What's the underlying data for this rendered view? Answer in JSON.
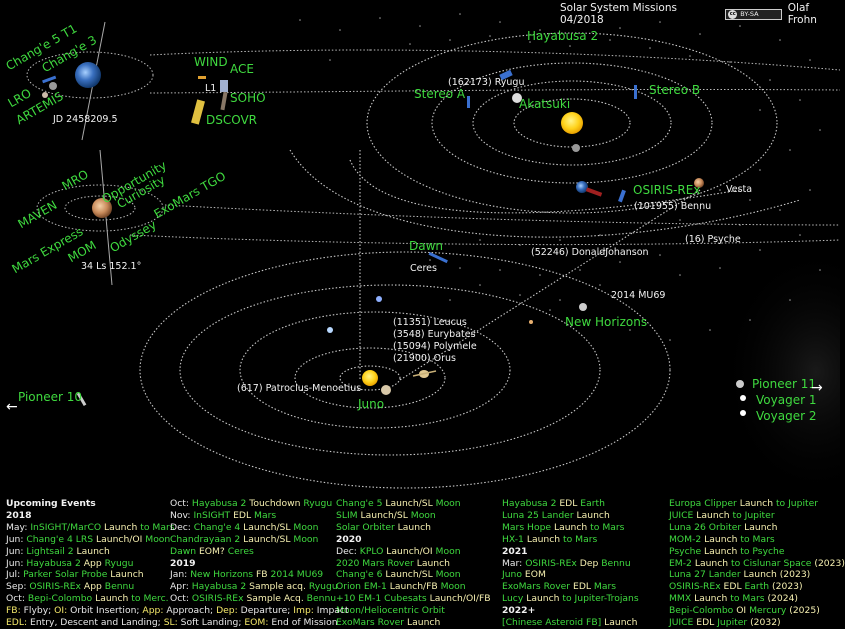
{
  "header": {
    "title": "Solar System Missions 04/2018",
    "license": "BY-SA",
    "license_icon": "cc-icon",
    "author": "Olaf Frohn"
  },
  "colors": {
    "background": "#000000",
    "mission_label": "#3fd93f",
    "body_label": "#f2f2f2",
    "event_label": "#f5efb0",
    "legend_key": "#f5e96a",
    "sun": "#ffd21a"
  },
  "earth_panel": {
    "date": "JD 2458209.5",
    "lagrange": "L1",
    "missions": [
      "Chang'e 5 T1",
      "Chang'e 3",
      "LRO",
      "ARTEMIS",
      "WIND",
      "ACE",
      "SOHO",
      "DSCOVR"
    ]
  },
  "mars_panel": {
    "date": "34 Ls 152.1°",
    "missions": [
      "MRO",
      "Opportunity",
      "Curiosity",
      "ExoMars TGO",
      "MAVEN",
      "Mars Express",
      "MOM",
      "Odyssey"
    ]
  },
  "inner_system": {
    "missions": [
      "Hayabusa 2",
      "Stereo A",
      "Akatsuki",
      "Stereo B",
      "OSIRIS-REx",
      "Dawn"
    ],
    "bodies": [
      "(162173) Ryugu",
      "(101955) Bennu",
      "Vesta",
      "(16) Psyche",
      "Ceres",
      "(52246) DonaldJohanson"
    ]
  },
  "outer_system": {
    "missions": [
      "New Horizons",
      "Juno",
      "Pioneer 10",
      "Pioneer 11",
      "Voyager 1",
      "Voyager 2"
    ],
    "bodies": [
      "2014 MU69",
      "(11351) Leucus",
      "(3548) Eurybates",
      "(15094) Polymele",
      "(21900) Orus",
      "(617) Patroclus-Menoetius"
    ]
  },
  "events": {
    "title": "Upcoming Events",
    "columns": [
      [
        {
          "type": "year",
          "text": "2018"
        },
        {
          "type": "ev",
          "month": "May:",
          "parts": [
            [
              "g",
              "InSIGHT/MarCO"
            ],
            [
              "y",
              " Launch"
            ],
            [
              "g",
              " to Mars"
            ]
          ]
        },
        {
          "type": "ev",
          "month": "Jun:",
          "parts": [
            [
              "g",
              "Chang'e 4 LRS"
            ],
            [
              "y",
              " Launch/OI"
            ],
            [
              "g",
              " Moon"
            ]
          ]
        },
        {
          "type": "ev",
          "month": "Jun:",
          "parts": [
            [
              "g",
              "Lightsail 2"
            ],
            [
              "y",
              " Launch"
            ]
          ]
        },
        {
          "type": "ev",
          "month": "Jun:",
          "parts": [
            [
              "g",
              "Hayabusa 2"
            ],
            [
              "y",
              " App"
            ],
            [
              "g",
              " Ryugu"
            ]
          ]
        },
        {
          "type": "ev",
          "month": "Jul:",
          "parts": [
            [
              "g",
              " Parker Solar Probe"
            ],
            [
              "y",
              " Launch"
            ]
          ]
        },
        {
          "type": "ev",
          "month": "Sep:",
          "parts": [
            [
              "g",
              "OSIRIS-REx"
            ],
            [
              "y",
              " App"
            ],
            [
              "g",
              " Bennu"
            ]
          ]
        },
        {
          "type": "ev",
          "month": "Oct:",
          "parts": [
            [
              "g",
              "Bepi-Colombo"
            ],
            [
              "y",
              " Launch"
            ],
            [
              "g",
              " to Merc."
            ]
          ]
        }
      ],
      [
        {
          "type": "ev",
          "month": "Oct:",
          "parts": [
            [
              "g",
              "Hayabusa 2"
            ],
            [
              "y",
              " Touchdown"
            ],
            [
              "g",
              " Ryugu"
            ]
          ]
        },
        {
          "type": "ev",
          "month": "Nov:",
          "parts": [
            [
              "g",
              "InSIGHT"
            ],
            [
              "y",
              " EDL"
            ],
            [
              "g",
              " Mars"
            ]
          ]
        },
        {
          "type": "ev",
          "month": "Dec:",
          "parts": [
            [
              "g",
              "Chang'e 4"
            ],
            [
              "y",
              " Launch/SL"
            ],
            [
              "g",
              " Moon"
            ]
          ]
        },
        {
          "type": "ev",
          "month": "",
          "parts": [
            [
              "g",
              "Chandrayaan 2"
            ],
            [
              "y",
              " Launch/SL"
            ],
            [
              "g",
              " Moon"
            ]
          ]
        },
        {
          "type": "ev",
          "month": "",
          "parts": [
            [
              "g",
              "Dawn"
            ],
            [
              "y",
              " EOM?"
            ],
            [
              "g",
              " Ceres"
            ]
          ]
        },
        {
          "type": "year",
          "text": "2019"
        },
        {
          "type": "ev",
          "month": "Jan:",
          "parts": [
            [
              "g",
              "New Horizons"
            ],
            [
              "y",
              " FB"
            ],
            [
              "g",
              " 2014 MU69"
            ]
          ]
        },
        {
          "type": "ev",
          "month": "Apr:",
          "parts": [
            [
              "g",
              "Hayabusa 2"
            ],
            [
              "y",
              " Sample acq."
            ],
            [
              "g",
              " Ryugu"
            ]
          ]
        },
        {
          "type": "ev",
          "month": "Oct:",
          "parts": [
            [
              "g",
              "OSIRIS-REx"
            ],
            [
              "y",
              " Sample Acq."
            ],
            [
              "g",
              " Bennu"
            ]
          ]
        }
      ],
      [
        {
          "type": "ev",
          "month": "",
          "parts": [
            [
              "g",
              "Chang'e 5"
            ],
            [
              "y",
              " Launch/SL"
            ],
            [
              "g",
              " Moon"
            ]
          ]
        },
        {
          "type": "ev",
          "month": "",
          "parts": [
            [
              "g",
              "SLIM"
            ],
            [
              "y",
              " Launch/SL"
            ],
            [
              "g",
              " Moon"
            ]
          ]
        },
        {
          "type": "ev",
          "month": "",
          "parts": [
            [
              "g",
              "Solar Orbiter"
            ],
            [
              "y",
              " Launch"
            ]
          ]
        },
        {
          "type": "year",
          "text": "2020"
        },
        {
          "type": "ev",
          "month": "Dec:",
          "parts": [
            [
              "g",
              "KPLO"
            ],
            [
              "y",
              " Launch/OI"
            ],
            [
              "g",
              " Moon"
            ]
          ]
        },
        {
          "type": "ev",
          "month": "",
          "parts": [
            [
              "g",
              "2020 Mars Rover"
            ],
            [
              "y",
              " Launch"
            ]
          ]
        },
        {
          "type": "ev",
          "month": "",
          "parts": [
            [
              "g",
              "Chang'e 6"
            ],
            [
              "y",
              " Launch/SL"
            ],
            [
              "g",
              " Moon"
            ]
          ]
        },
        {
          "type": "ev",
          "month": "",
          "parts": [
            [
              "g",
              "Orion EM-1"
            ],
            [
              "y",
              " Launch/FB"
            ],
            [
              "g",
              " Moon"
            ]
          ]
        },
        {
          "type": "ev",
          "month": "",
          "parts": [
            [
              "g",
              "+10 EM-1 Cubesats"
            ],
            [
              "y",
              " Launch/OI/FB"
            ]
          ]
        },
        {
          "type": "ev",
          "month": "",
          "parts": [
            [
              "g",
              "  Moon/Heliocentric Orbit"
            ]
          ]
        },
        {
          "type": "ev",
          "month": "",
          "parts": [
            [
              "g",
              "ExoMars Rover"
            ],
            [
              "y",
              " Launch"
            ]
          ]
        }
      ],
      [
        {
          "type": "ev",
          "month": "",
          "parts": [
            [
              "g",
              "Hayabusa 2"
            ],
            [
              "y",
              " EDL"
            ],
            [
              "g",
              " Earth"
            ]
          ]
        },
        {
          "type": "ev",
          "month": "",
          "parts": [
            [
              "g",
              "Luna 25 Lander"
            ],
            [
              "y",
              " Launch"
            ]
          ]
        },
        {
          "type": "ev",
          "month": "",
          "parts": [
            [
              "g",
              "Mars Hope"
            ],
            [
              "y",
              " Launch"
            ],
            [
              "g",
              " to Mars"
            ]
          ]
        },
        {
          "type": "ev",
          "month": "",
          "parts": [
            [
              "g",
              "HX-1"
            ],
            [
              "y",
              " Launch"
            ],
            [
              "g",
              " to Mars"
            ]
          ]
        },
        {
          "type": "year",
          "text": "2021"
        },
        {
          "type": "ev",
          "month": "Mar:",
          "parts": [
            [
              "g",
              "OSIRIS-REx"
            ],
            [
              "y",
              " Dep"
            ],
            [
              "g",
              " Bennu"
            ]
          ]
        },
        {
          "type": "ev",
          "month": "",
          "parts": [
            [
              "g",
              "Juno"
            ],
            [
              "y",
              " EOM"
            ]
          ]
        },
        {
          "type": "ev",
          "month": "",
          "parts": [
            [
              "g",
              "ExoMars Rover"
            ],
            [
              "y",
              " EDL"
            ],
            [
              "g",
              " Mars"
            ]
          ]
        },
        {
          "type": "ev",
          "month": "",
          "parts": [
            [
              "g",
              "Lucy"
            ],
            [
              "y",
              " Launch"
            ],
            [
              "g",
              " to Jupiter-Trojans"
            ]
          ]
        },
        {
          "type": "year",
          "text": "2022+"
        },
        {
          "type": "ev",
          "month": "",
          "parts": [
            [
              "g",
              "[Chinese Asteroid FB]"
            ],
            [
              "y",
              " Launch"
            ]
          ]
        }
      ],
      [
        {
          "type": "ev",
          "month": "",
          "parts": [
            [
              "g",
              "Europa Clipper"
            ],
            [
              "y",
              " Launch"
            ],
            [
              "g",
              " to Jupiter"
            ]
          ]
        },
        {
          "type": "ev",
          "month": "",
          "parts": [
            [
              "g",
              "JUICE"
            ],
            [
              "y",
              " Launch"
            ],
            [
              "g",
              " to Jupiter"
            ]
          ]
        },
        {
          "type": "ev",
          "month": "",
          "parts": [
            [
              "g",
              "Luna 26 Orbiter"
            ],
            [
              "y",
              " Launch"
            ]
          ]
        },
        {
          "type": "ev",
          "month": "",
          "parts": [
            [
              "g",
              "MOM-2"
            ],
            [
              "y",
              " Launch"
            ],
            [
              "g",
              " to Mars"
            ]
          ]
        },
        {
          "type": "ev",
          "month": "",
          "parts": [
            [
              "g",
              "Psyche"
            ],
            [
              "y",
              " Launch"
            ],
            [
              "g",
              " to Psyche"
            ]
          ]
        },
        {
          "type": "ev",
          "month": "",
          "parts": [
            [
              "g",
              "EM-2"
            ],
            [
              "y",
              " Launch"
            ],
            [
              "g",
              " to Cislunar Space"
            ],
            [
              "y",
              " (2023)"
            ]
          ]
        },
        {
          "type": "ev",
          "month": "",
          "parts": [
            [
              "g",
              "Luna 27 Lander"
            ],
            [
              "y",
              " Launch (2023)"
            ]
          ]
        },
        {
          "type": "ev",
          "month": "",
          "parts": [
            [
              "g",
              "OSIRIS-REx"
            ],
            [
              "y",
              " EDL"
            ],
            [
              "g",
              " Earth"
            ],
            [
              "y",
              " (2023)"
            ]
          ]
        },
        {
          "type": "ev",
          "month": "",
          "parts": [
            [
              "g",
              "MMX"
            ],
            [
              "y",
              " Launch"
            ],
            [
              "g",
              " to Mars"
            ],
            [
              "y",
              " (2024)"
            ]
          ]
        },
        {
          "type": "ev",
          "month": "",
          "parts": [
            [
              "g",
              "Bepi-Colombo"
            ],
            [
              "y",
              " OI"
            ],
            [
              "g",
              " Mercury"
            ],
            [
              "y",
              " (2025)"
            ]
          ]
        },
        {
          "type": "ev",
          "month": "",
          "parts": [
            [
              "g",
              "JUICE"
            ],
            [
              "y",
              " EDL"
            ],
            [
              "g",
              " Jupiter"
            ],
            [
              "y",
              " (2032)"
            ]
          ]
        }
      ]
    ],
    "legend": [
      [
        [
          "k",
          "FB:"
        ],
        [
          "m",
          " Flyby; "
        ],
        [
          "k",
          "OI:"
        ],
        [
          "m",
          " Orbit Insertion; "
        ],
        [
          "k",
          "App:"
        ],
        [
          "m",
          " Approach; "
        ],
        [
          "k",
          "Dep:"
        ],
        [
          "m",
          " Departure; "
        ],
        [
          "k",
          "Imp:"
        ],
        [
          "m",
          " Impact"
        ]
      ],
      [
        [
          "k",
          "EDL:"
        ],
        [
          "m",
          " Entry, Descent and Landing; "
        ],
        [
          "k",
          "SL:"
        ],
        [
          "m",
          " Soft Landing; "
        ],
        [
          "k",
          "EOM:"
        ],
        [
          "m",
          " End of Mission"
        ]
      ]
    ]
  }
}
